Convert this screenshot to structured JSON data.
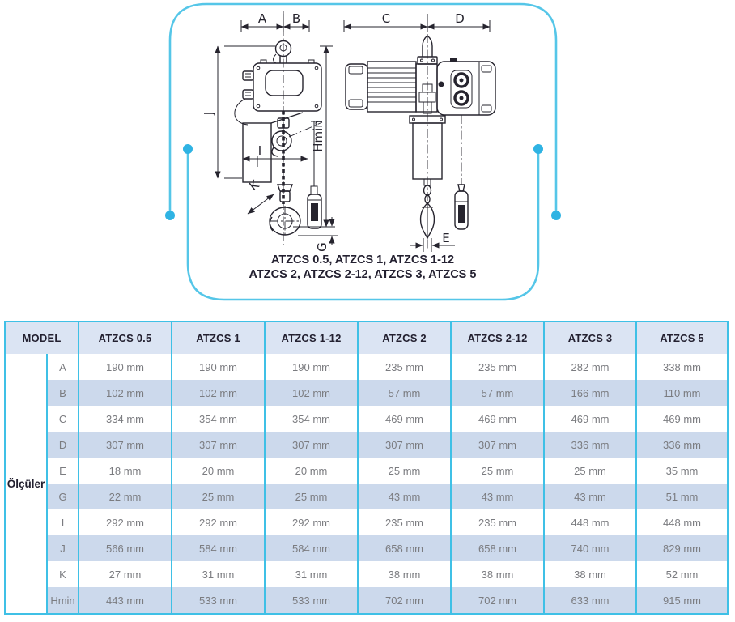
{
  "diagram": {
    "caption_line1": "ATZCS 0.5,  ATZCS 1,  ATZCS 1-12",
    "caption_line2": "ATZCS 2, ATZCS 2-12, ATZCS 3, ATZCS 5",
    "labels": {
      "A": "A",
      "B": "B",
      "C": "C",
      "D": "D",
      "E": "E",
      "G": "G",
      "I": "I",
      "J": "J",
      "K": "K",
      "Hmin": "Hmin"
    }
  },
  "table": {
    "header_model": "MODEL",
    "row_group_label": "Ölçüler",
    "columns": [
      "ATZCS 0.5",
      "ATZCS 1",
      "ATZCS 1-12",
      "ATZCS 2",
      "ATZCS 2-12",
      "ATZCS 3",
      "ATZCS 5"
    ],
    "rows": [
      {
        "label": "A",
        "values": [
          "190 mm",
          "190 mm",
          "190 mm",
          "235 mm",
          "235 mm",
          "282 mm",
          "338 mm"
        ]
      },
      {
        "label": "B",
        "values": [
          "102 mm",
          "102 mm",
          "102 mm",
          "57 mm",
          "57 mm",
          "166 mm",
          "110 mm"
        ]
      },
      {
        "label": "C",
        "values": [
          "334 mm",
          "354 mm",
          "354 mm",
          "469 mm",
          "469 mm",
          "469 mm",
          "469 mm"
        ]
      },
      {
        "label": "D",
        "values": [
          "307 mm",
          "307 mm",
          "307 mm",
          "307 mm",
          "307 mm",
          "336 mm",
          "336 mm"
        ]
      },
      {
        "label": "E",
        "values": [
          "18 mm",
          "20 mm",
          "20 mm",
          "25 mm",
          "25 mm",
          "25 mm",
          "35 mm"
        ]
      },
      {
        "label": "G",
        "values": [
          "22 mm",
          "25 mm",
          "25 mm",
          "43 mm",
          "43 mm",
          "43 mm",
          "51 mm"
        ]
      },
      {
        "label": "I",
        "values": [
          "292 mm",
          "292 mm",
          "292 mm",
          "235 mm",
          "235 mm",
          "448 mm",
          "448 mm"
        ]
      },
      {
        "label": "J",
        "values": [
          "566 mm",
          "584 mm",
          "584 mm",
          "658 mm",
          "658 mm",
          "740 mm",
          "829 mm"
        ]
      },
      {
        "label": "K",
        "values": [
          "27 mm",
          "31 mm",
          "31 mm",
          "38 mm",
          "38 mm",
          "38 mm",
          "52 mm"
        ]
      },
      {
        "label": "Hmin",
        "values": [
          "443 mm",
          "533 mm",
          "533 mm",
          "702 mm",
          "702 mm",
          "633 mm",
          "915 mm"
        ]
      }
    ]
  },
  "colors": {
    "frame_cyan": "#55c6e8",
    "dot_cyan": "#2fb3e3",
    "table_border_cyan": "#3fc0e6",
    "header_bg": "#dbe4f3",
    "row_alt_bg": "#ccd9ec",
    "header_text": "#232030",
    "value_text": "#7b7c80",
    "drawing_line": "#26242e"
  }
}
